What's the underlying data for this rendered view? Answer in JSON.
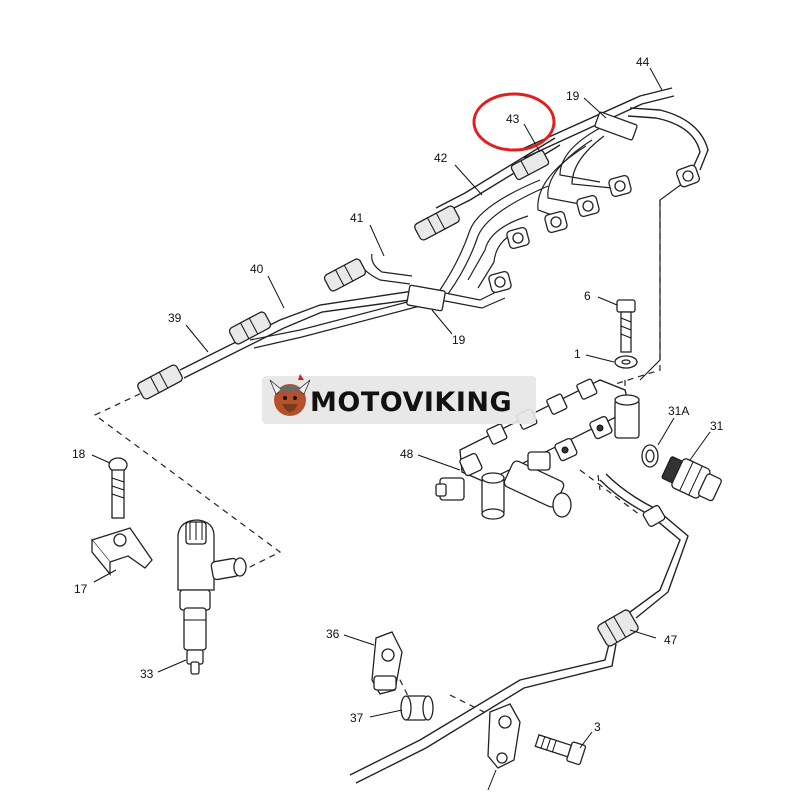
{
  "watermark": {
    "text": "MOTOVIKING"
  },
  "highlight": {
    "part_number": "43",
    "color": "#e02020"
  },
  "labels": {
    "l44": "44",
    "l19a": "19",
    "l43": "43",
    "l42": "42",
    "l41": "41",
    "l40": "40",
    "l39": "39",
    "l19b": "19",
    "l6": "6",
    "l1": "1",
    "l48": "48",
    "l31a": "31A",
    "l31": "31",
    "l18": "18",
    "l17": "17",
    "l33": "33",
    "l36": "36",
    "l37": "37",
    "l47": "47",
    "l3": "3"
  }
}
